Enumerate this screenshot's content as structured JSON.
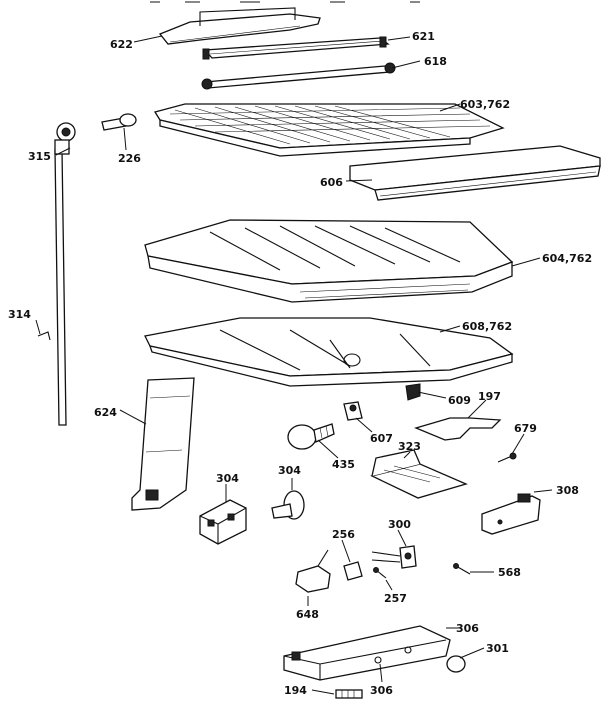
{
  "callouts": {
    "c622": "622",
    "c621": "621",
    "c618": "618",
    "c603_762": "603,762",
    "c315": "315",
    "c226": "226",
    "c606": "606",
    "c604_762": "604,762",
    "c314": "314",
    "c608_762": "608,762",
    "c609": "609",
    "c197": "197",
    "c624": "624",
    "c607": "607",
    "c679": "679",
    "c435": "435",
    "c323": "323",
    "c304a": "304",
    "c304b": "304",
    "c308": "308",
    "c256": "256",
    "c300": "300",
    "c568": "568",
    "c648": "648",
    "c257": "257",
    "c306a": "306",
    "c301": "301",
    "c194": "194",
    "c306b": "306"
  }
}
